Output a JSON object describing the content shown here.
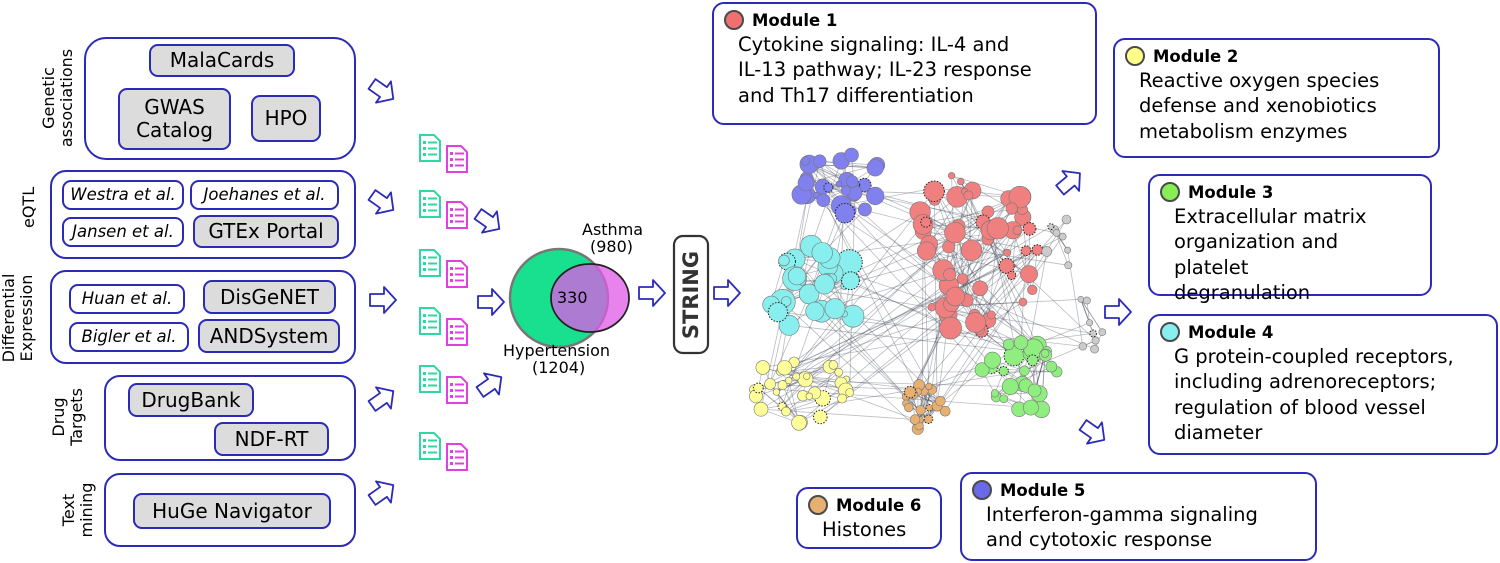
{
  "sources": {
    "genetic": {
      "label": "Genetic associations",
      "label_lines": [
        "Genetic",
        "associations"
      ],
      "items": [
        "MalaCards",
        "GWAS Catalog",
        "HPO"
      ],
      "gwas_lines": [
        "GWAS",
        "Catalog"
      ]
    },
    "eqtl": {
      "label": "eQTL",
      "items": [
        "Westra et al.",
        "Joehanes et al.",
        "Jansen et al.",
        "GTEx Portal"
      ]
    },
    "diffexp": {
      "label": "Differential Expression",
      "label_lines": [
        "Differential",
        "Expression"
      ],
      "items": [
        "Huan et al.",
        "DisGeNET",
        "Bigler et al.",
        "ANDSystem"
      ]
    },
    "drug": {
      "label": "Drug Targets",
      "label_lines": [
        "Drug",
        "Targets"
      ],
      "items": [
        "DrugBank",
        "NDF-RT"
      ]
    },
    "text": {
      "label": "Text mining",
      "label_lines": [
        "Text",
        "mining"
      ],
      "items": [
        "HuGe Navigator"
      ]
    }
  },
  "venn": {
    "asthma_label": "Asthma",
    "asthma_count": "(980)",
    "hypertension_label": "Hypertension",
    "hypertension_count": "(1204)",
    "overlap": "330",
    "colors": {
      "hypertension": "#19e08e",
      "asthma": "#e05ae8"
    }
  },
  "string_label": "STRING",
  "modules": [
    {
      "name": "Module 1",
      "color": "#f08080",
      "lines": [
        "Cytokine signaling: IL-4 and",
        "IL-13 pathway; IL-23 response",
        "and Th17 differentiation"
      ]
    },
    {
      "name": "Module 2",
      "color": "#ffff88",
      "lines": [
        "Reactive oxygen species",
        "defense and xenobiotics",
        "metabolism enzymes"
      ]
    },
    {
      "name": "Module 3",
      "color": "#88ee66",
      "lines": [
        "Extracellular matrix",
        "organization and platelet",
        "degranulation"
      ]
    },
    {
      "name": "Module 4",
      "color": "#88eeee",
      "lines": [
        "G protein-coupled receptors,",
        "including adrenoreceptors;",
        "regulation of blood vessel",
        "diameter"
      ]
    },
    {
      "name": "Module 5",
      "color": "#7777ee",
      "lines": [
        "Interferon-gamma signaling",
        "and cytotoxic response"
      ]
    },
    {
      "name": "Module 6",
      "color": "#e8b070",
      "lines": [
        "Histones"
      ]
    }
  ],
  "colors": {
    "border": "#2b2bb8",
    "tag_fill": "#dcdcdc",
    "doc_green": "#2ed8a0",
    "doc_pink": "#e040e0"
  }
}
